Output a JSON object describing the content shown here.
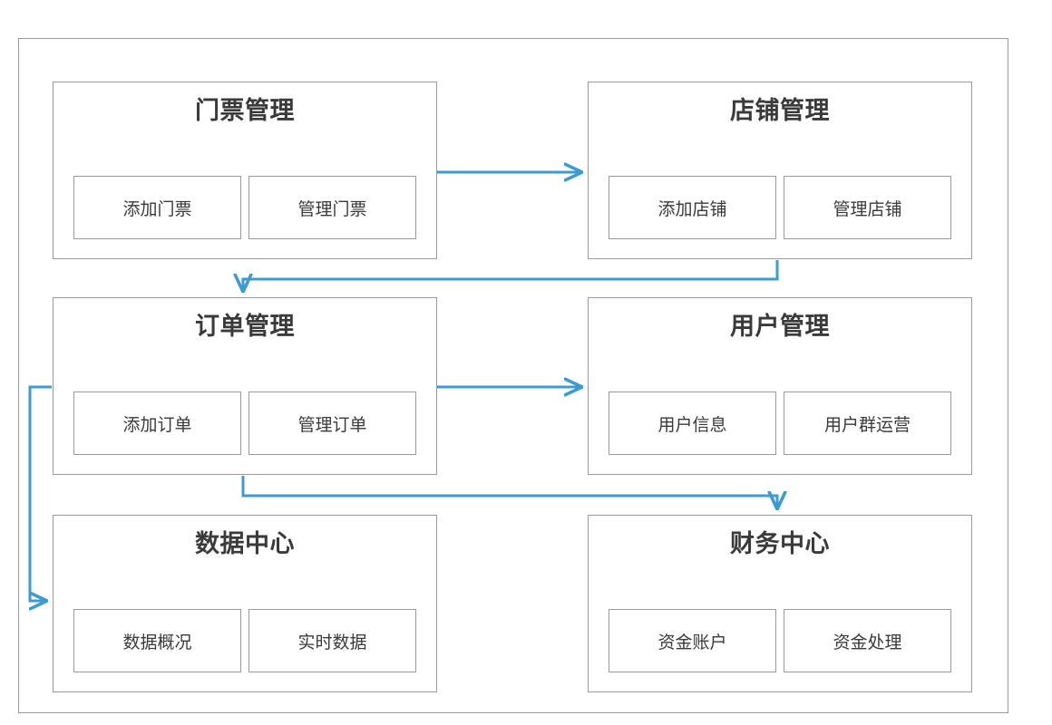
{
  "diagram": {
    "accent_color": "#3d9bd4",
    "border_color": "#9a9a9a",
    "text_color": "#3a3a3a",
    "modules": [
      {
        "id": "ticket",
        "title": "门票管理",
        "actions": [
          "添加门票",
          "管理门票"
        ]
      },
      {
        "id": "shop",
        "title": "店铺管理",
        "actions": [
          "添加店铺",
          "管理店铺"
        ]
      },
      {
        "id": "order",
        "title": "订单管理",
        "actions": [
          "添加订单",
          "管理订单"
        ]
      },
      {
        "id": "user",
        "title": "用户管理",
        "actions": [
          "用户信息",
          "用户群运营"
        ]
      },
      {
        "id": "data",
        "title": "数据中心",
        "actions": [
          "数据概况",
          "实时数据"
        ]
      },
      {
        "id": "finance",
        "title": "财务中心",
        "actions": [
          "资金账户",
          "资金处理"
        ]
      }
    ],
    "connections": [
      {
        "from": "ticket",
        "to": "shop",
        "name": "ticket-to-shop"
      },
      {
        "from": "shop",
        "to": "order",
        "name": "shop-to-order"
      },
      {
        "from": "order",
        "to": "user",
        "name": "order-to-user"
      },
      {
        "from": "order",
        "to": "finance",
        "name": "order-to-finance"
      },
      {
        "from": "order",
        "to": "data",
        "name": "order-to-data"
      }
    ]
  }
}
